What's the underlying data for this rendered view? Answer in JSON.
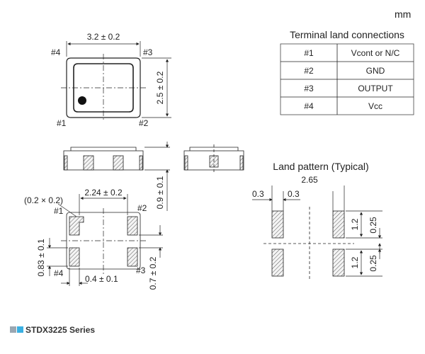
{
  "unit": "mm",
  "table": {
    "title": "Terminal land connections",
    "rows": [
      {
        "pin": "#1",
        "function": "Vcont or N/C"
      },
      {
        "pin": "#2",
        "function": "GND"
      },
      {
        "pin": "#3",
        "function": "OUTPUT"
      },
      {
        "pin": "#4",
        "function": "Vcc"
      }
    ]
  },
  "top_view": {
    "width_dim": "3.2 ± 0.2",
    "height_dim": "2.5 ± 0.2",
    "pins": {
      "p1": "#1",
      "p2": "#2",
      "p3": "#3",
      "p4": "#4"
    }
  },
  "side_view": {
    "height_dim": "0.9 ± 0.1"
  },
  "bottom_view": {
    "chamfer_dim": "(0.2 × 0.2)",
    "pad_span_dim": "2.24 ± 0.2",
    "pad_gap_dim": "0.4 ± 0.1",
    "pad_height_dim": "0.83 ± 0.1",
    "pad_width_dim": "0.7 ± 0.2",
    "pins": {
      "p1": "#1",
      "p2": "#2",
      "p3": "#3",
      "p4": "#4"
    }
  },
  "land_pattern": {
    "title": "Land pattern (Typical)",
    "span": "2.65",
    "left_width": "0.3",
    "right_width": "0.3",
    "pad_h_top": "1.2",
    "pad_h_bottom": "1.2",
    "gap_top": "0.25",
    "gap_bottom": "0.25"
  },
  "series": {
    "label": "STDX3225 Series",
    "colors": [
      "#9aa7b2",
      "#3ab0e2"
    ]
  }
}
